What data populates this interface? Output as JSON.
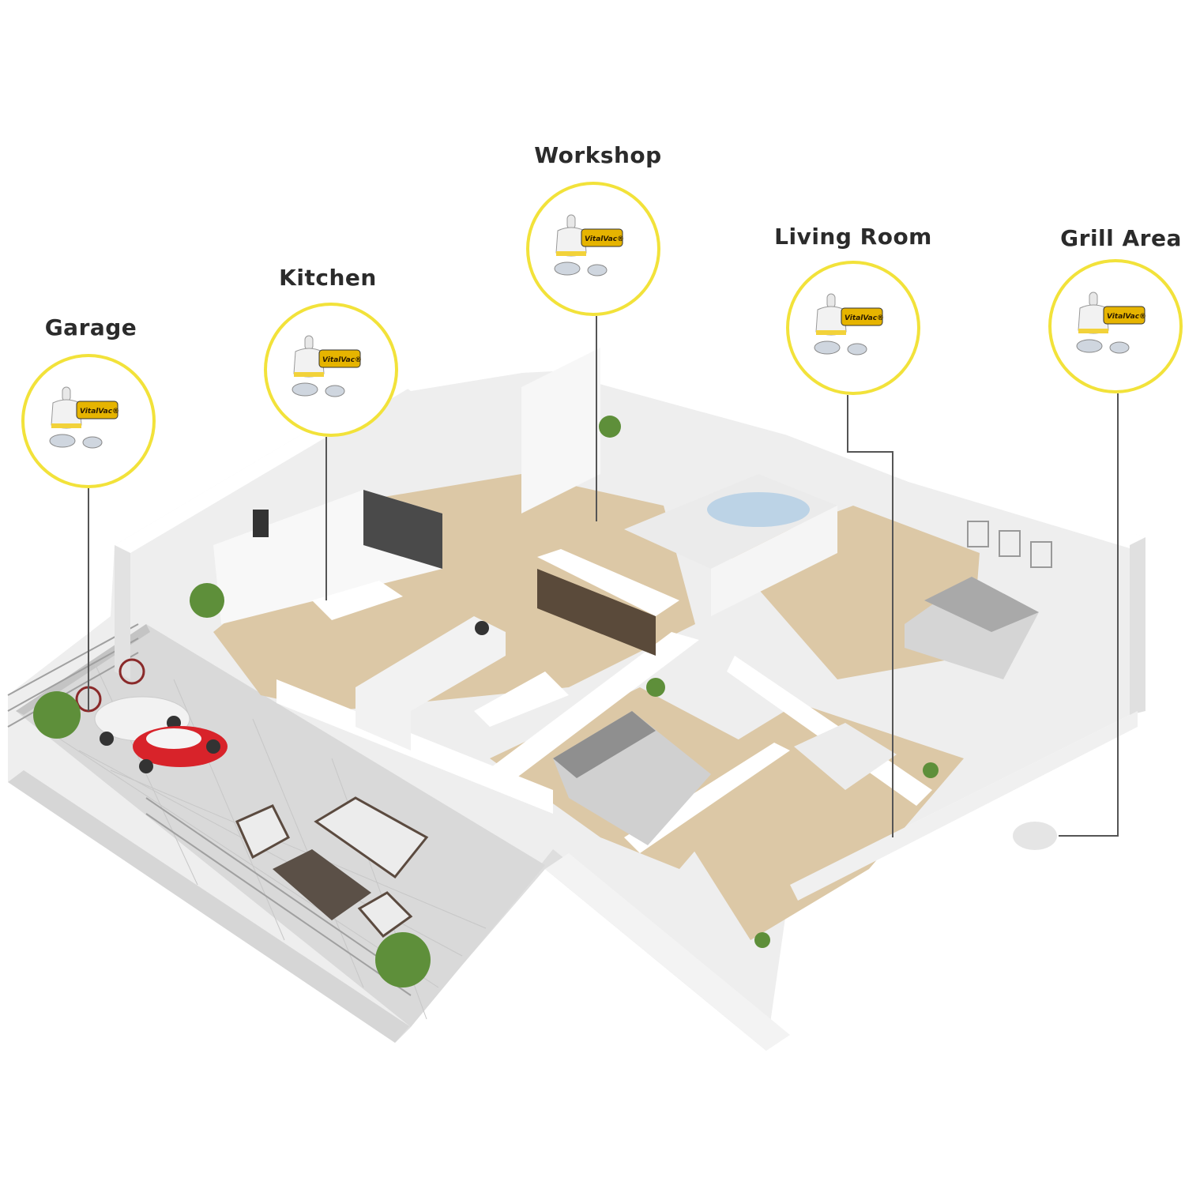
{
  "diagram": {
    "colors": {
      "callout_ring": "#f2e23a",
      "floor_wood": "#d9c7a8",
      "wall": "#f4f4f4",
      "wall_shadow": "#dcdcdc",
      "patio_tile": "#d8d8d8",
      "car_red": "#d8232a",
      "car_white": "#f2f2f2",
      "plant": "#5e8f3a",
      "connector": "#555555"
    },
    "rooms": [
      {
        "label": "Garage",
        "product_icon": "vitalvac-sensor-kit-icon"
      },
      {
        "label": "Kitchen",
        "product_icon": "vitalvac-sensor-kit-icon"
      },
      {
        "label": "Workshop",
        "product_icon": "vitalvac-sensor-kit-icon"
      },
      {
        "label": "Living Room",
        "product_icon": "vitalvac-sensor-kit-icon"
      },
      {
        "label": "Grill Area",
        "product_icon": "vitalvac-sensor-kit-icon"
      }
    ],
    "brand_label": "VitalVac®"
  }
}
